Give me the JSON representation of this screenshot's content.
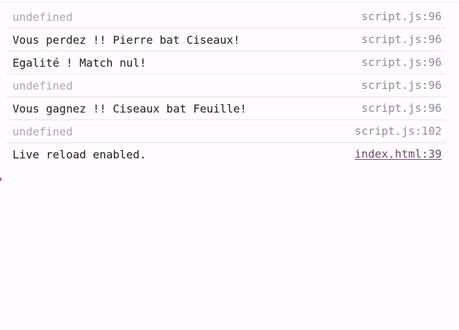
{
  "console": {
    "messages": [
      {
        "text": "undefined",
        "muted": true,
        "source": "script.js:96",
        "source_link": false
      },
      {
        "text": "Vous perdez !! Pierre bat Ciseaux!",
        "muted": false,
        "source": "script.js:96",
        "source_link": false
      },
      {
        "text": "Egalité ! Match nul!",
        "muted": false,
        "source": "script.js:96",
        "source_link": false
      },
      {
        "text": "undefined",
        "muted": true,
        "source": "script.js:96",
        "source_link": false
      },
      {
        "text": "Vous gagnez !! Ciseaux bat Feuille!",
        "muted": false,
        "source": "script.js:96",
        "source_link": false
      },
      {
        "text": "undefined",
        "muted": true,
        "source": "script.js:102",
        "source_link": false
      },
      {
        "text": "Live reload enabled.",
        "muted": false,
        "source": "index.html:39",
        "source_link": true
      }
    ],
    "prompt_icon": "chevron-right-icon"
  },
  "colors": {
    "background": "#fffbfe",
    "text": "#1f1f1f",
    "muted_text": "#a8a8ad",
    "source_text": "#8e8e93",
    "link_text": "#6a4b67",
    "prompt": "#c0504d"
  }
}
